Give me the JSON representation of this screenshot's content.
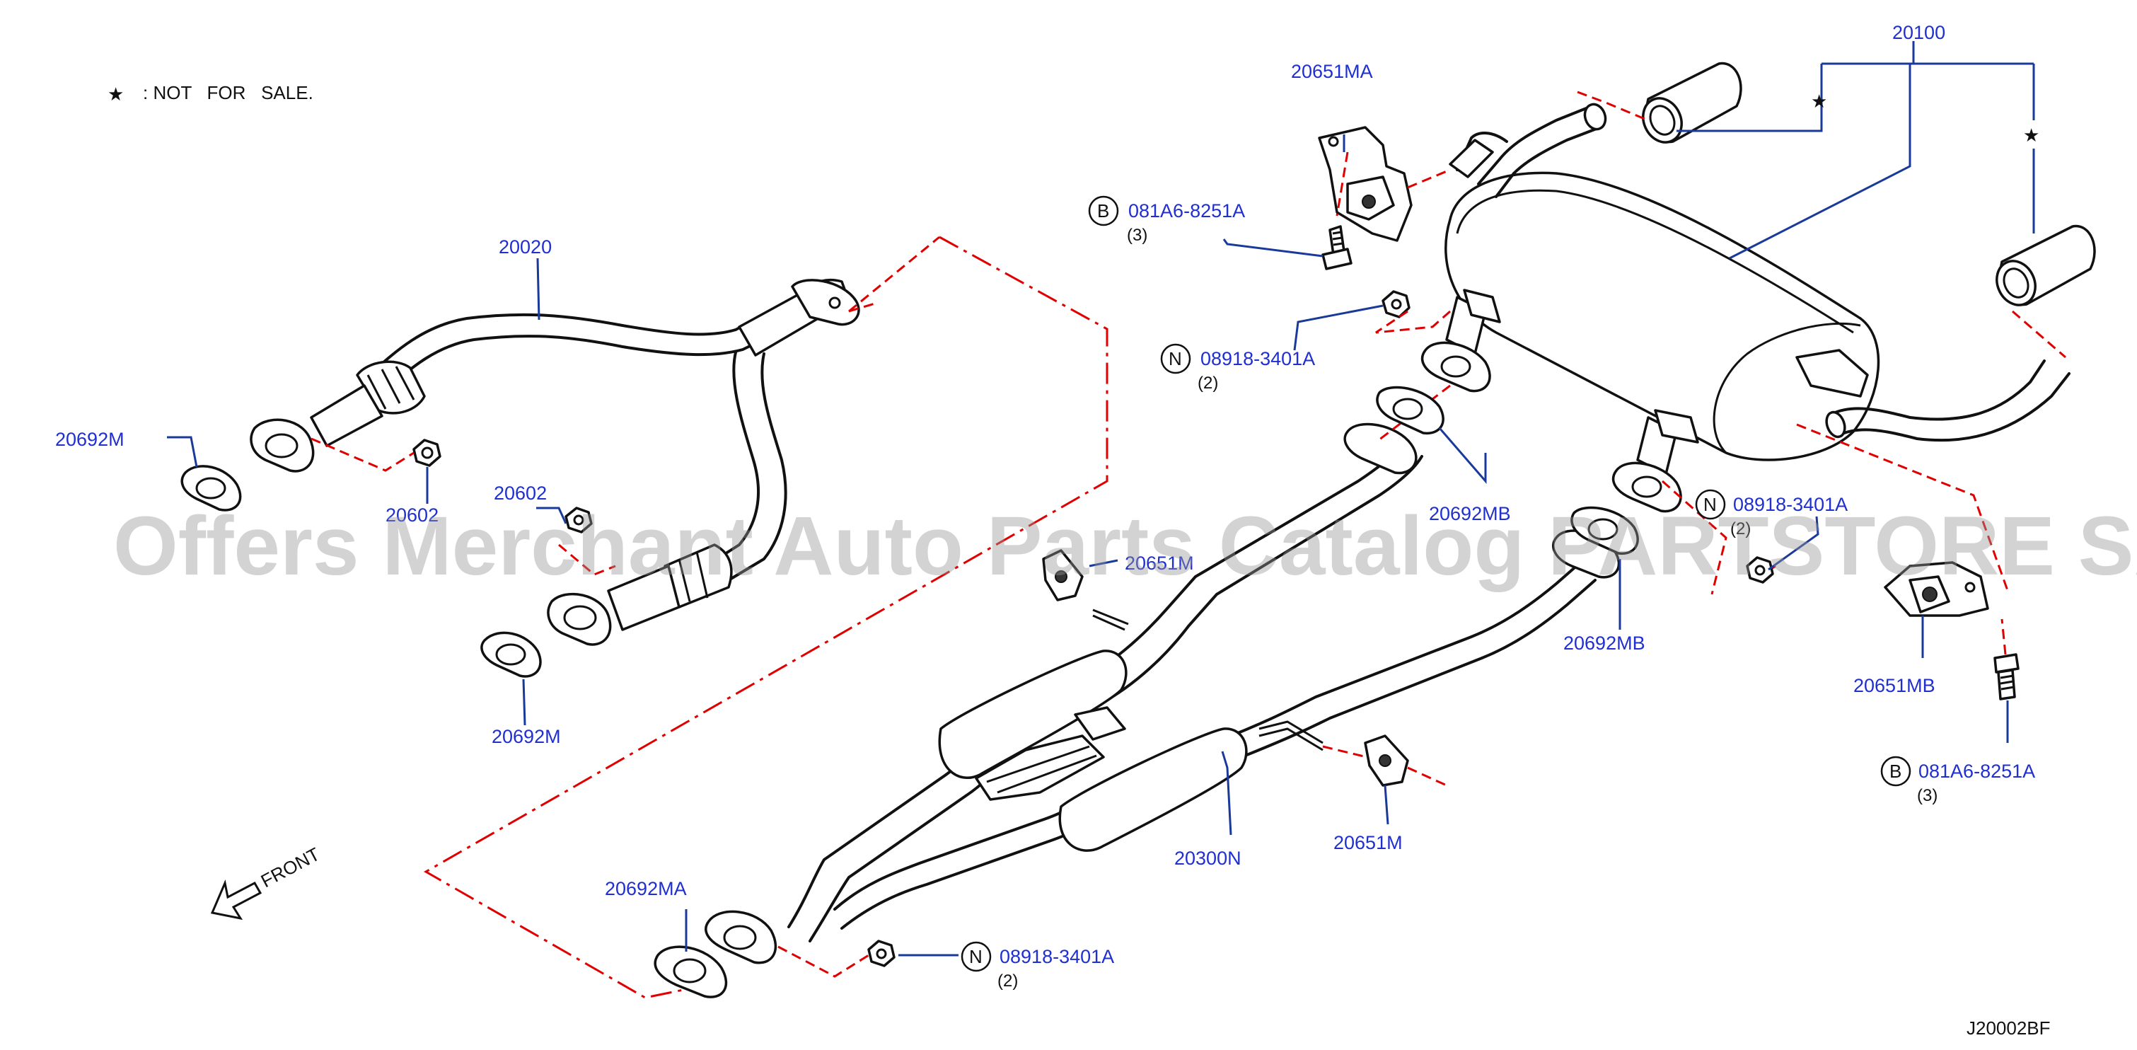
{
  "legend": {
    "star_symbol": "★",
    "text": ": NOT   FOR   SALE."
  },
  "footer_code": "J20002BF",
  "front_label": "FRONT",
  "watermark": "Offers Merchant Auto Parts Catalog PARTSTORE SA",
  "callouts": {
    "p20100": "20100",
    "p20651MA": "20651MA",
    "p20020": "20020",
    "p20692M_a": "20692M",
    "p20602_a": "20602",
    "p20602_b": "20602",
    "p20692M_b": "20692M",
    "p20692MA": "20692MA",
    "p20651M_upper": "20651M",
    "p20651M_lower": "20651M",
    "p20300N": "20300N",
    "p20692MB_a": "20692MB",
    "p20692MB_b": "20692MB",
    "p20651MB": "20651MB",
    "bolt_upper": {
      "prefix": "B",
      "part": "081A6-8251A",
      "qty": "(3)"
    },
    "bolt_lower": {
      "prefix": "B",
      "part": "081A6-8251A",
      "qty": "(3)"
    },
    "nut_upper": {
      "prefix": "N",
      "part": "08918-3401A",
      "qty": "(2)"
    },
    "nut_right": {
      "prefix": "N",
      "part": "08918-3401A",
      "qty": "(2)"
    },
    "nut_lower": {
      "prefix": "N",
      "part": "08918-3401A",
      "qty": "(2)"
    }
  },
  "colors": {
    "label": "#1f2fd0",
    "leader": "#1a3a9a",
    "dash": "#e00000",
    "line": "#111111"
  }
}
